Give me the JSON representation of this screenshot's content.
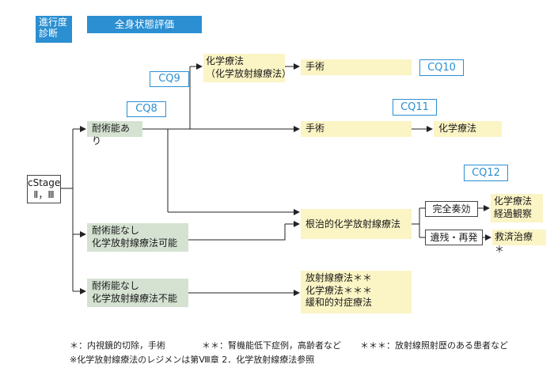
{
  "header": {
    "stage_label_line1": "進行度",
    "stage_label_line2": "診断",
    "section_title": "全身状態評価"
  },
  "nodes": {
    "cstage_line1": "cStage",
    "cstage_line2": "Ⅱ，Ⅲ",
    "operable": "耐術能あり",
    "inoperable_crt_line1": "耐術能なし",
    "inoperable_crt_line2": "化学放射線療法可能",
    "inoperable_nocrt_line1": "耐術能なし",
    "inoperable_nocrt_line2": "化学放射線療法不能",
    "preop_chemo_line1": "化学療法",
    "preop_chemo_line2": "（化学放射線療法）",
    "surgery_after_chemo": "手術",
    "surgery_direct": "手術",
    "postop_chemo": "化学療法",
    "definitive_crt": "根治的化学放射線療法",
    "complete_response": "完全奏効",
    "cr_followup_line1": "化学療法",
    "cr_followup_line2": "経過観察",
    "residual_recurrence": "遺残・再発",
    "salvage": "救済治療＊",
    "nocrt_option1": "放射線療法＊＊",
    "nocrt_option2": "化学療法＊＊＊",
    "nocrt_option3": "緩和的対症療法"
  },
  "cq": {
    "cq8": "CQ8",
    "cq9": "CQ9",
    "cq10": "CQ10",
    "cq11": "CQ11",
    "cq12": "CQ12"
  },
  "footnotes": {
    "note1": "＊：内視鏡的切除，手術",
    "note2": "＊＊：腎機能低下症例，高齢者など",
    "note3": "＊＊＊：放射線照射歴のある患者など",
    "note4": "※化学放射線療法のレジメンは第Ⅷ章 2．化学放射線療法参照"
  },
  "colors": {
    "header_blue": "#2b8fd2",
    "green_box": "#d5e2d2",
    "yellow_box": "#fbf4c4",
    "cq_border": "#2b8fd2"
  }
}
